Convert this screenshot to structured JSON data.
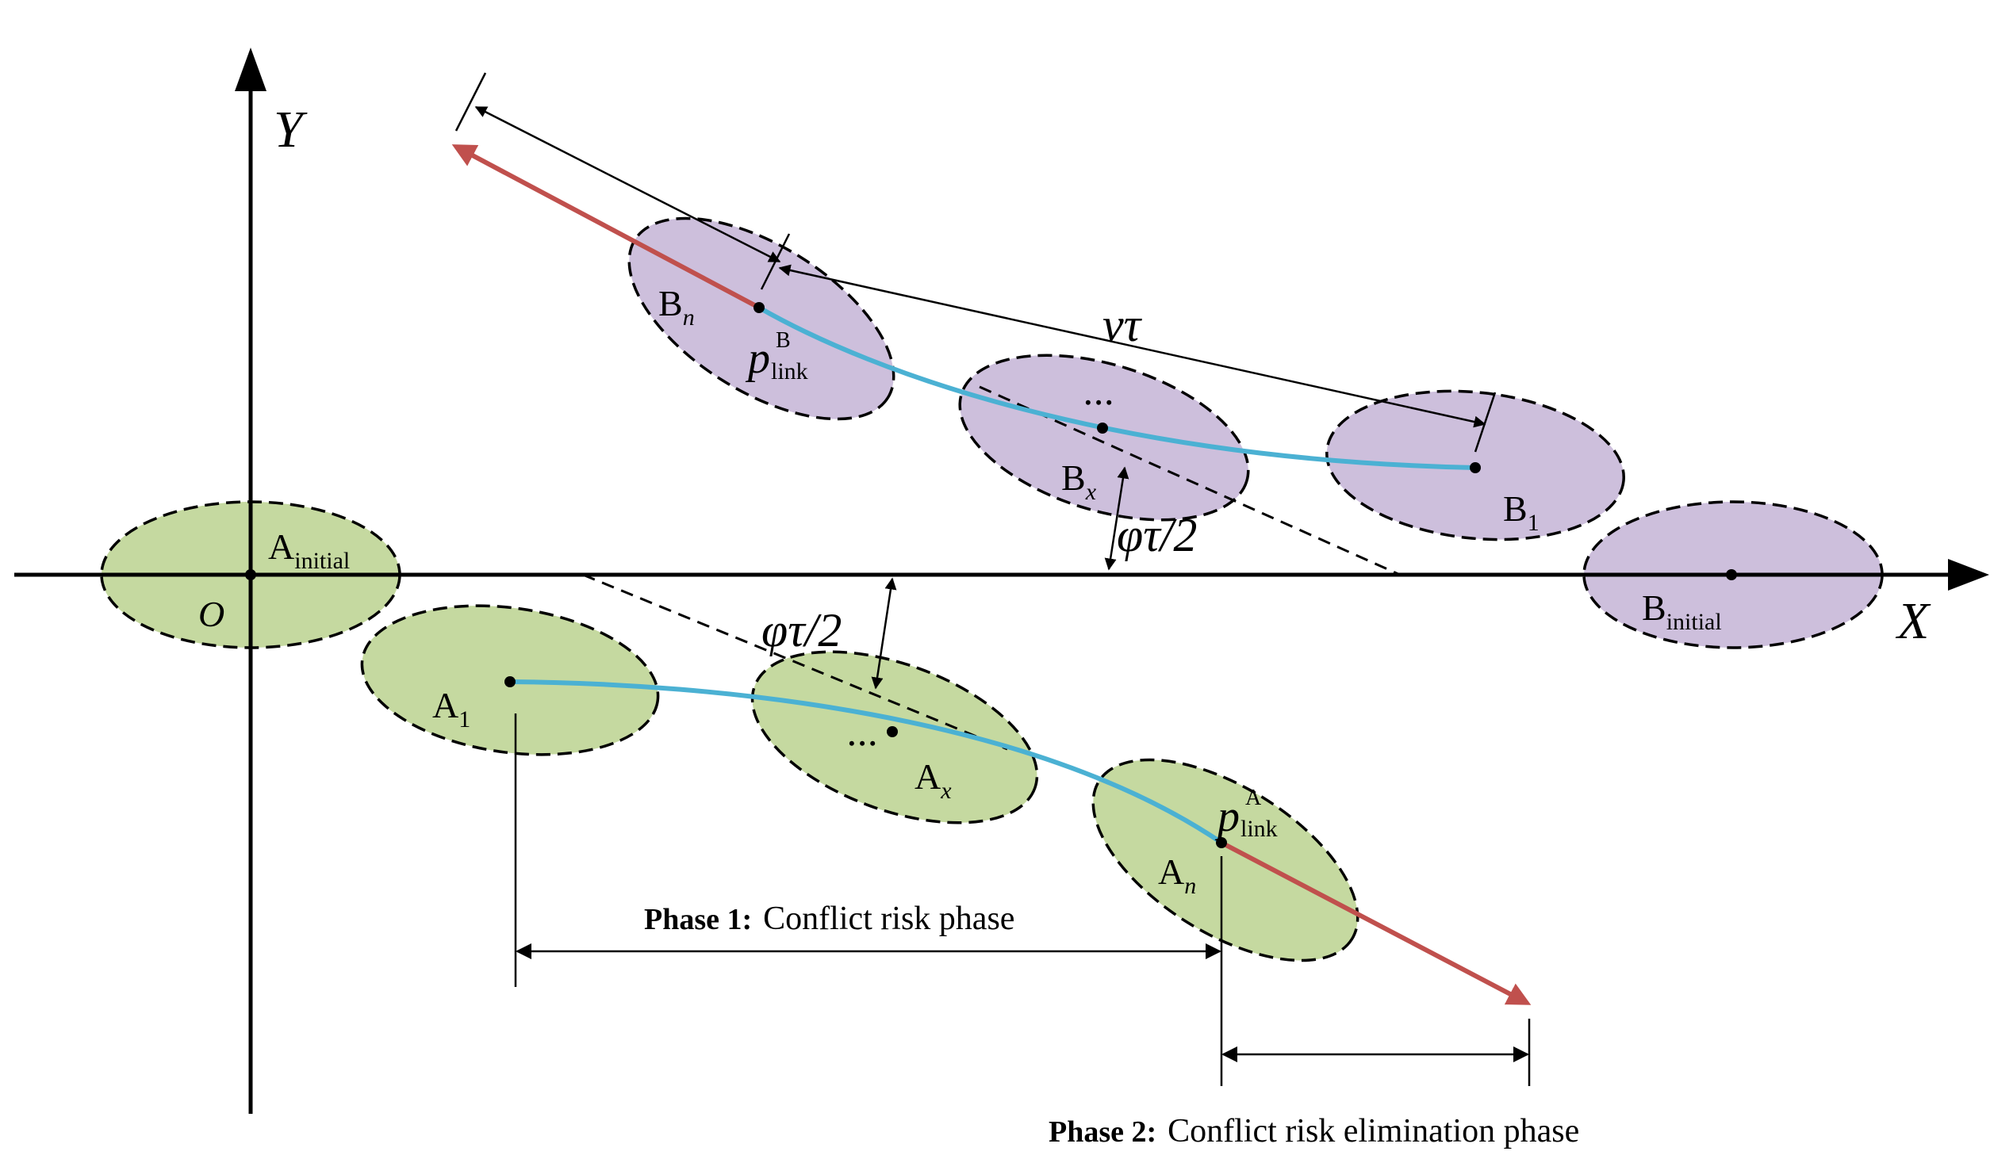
{
  "axes": {
    "x_label": "X",
    "y_label": "Y",
    "origin_label": "O"
  },
  "vehicles": {
    "a_initial": {
      "base": "A",
      "sub": "initial"
    },
    "a_1": {
      "base": "A",
      "sub": "1"
    },
    "a_x": {
      "base": "A",
      "sub": "x"
    },
    "a_n": {
      "base": "A",
      "sub": "n"
    },
    "b_initial": {
      "base": "B",
      "sub": "initial"
    },
    "b_1": {
      "base": "B",
      "sub": "1"
    },
    "b_x": {
      "base": "B",
      "sub": "x"
    },
    "b_n": {
      "base": "B",
      "sub": "n"
    }
  },
  "link_points": {
    "a": {
      "base": "p",
      "sup": "A",
      "sub": "link"
    },
    "b": {
      "base": "p",
      "sup": "B",
      "sub": "link"
    }
  },
  "annotations": {
    "angle_top": "φτ/2",
    "angle_bottom": "φτ/2",
    "distance": "vτ",
    "dots_top": "• • •",
    "dots_bottom": "• • •"
  },
  "phases": {
    "phase1": {
      "bold": "Phase 1:",
      "text": "Conflict risk phase"
    },
    "phase2": {
      "bold": "Phase 2:",
      "text": "Conflict risk elimination phase"
    }
  },
  "colors": {
    "green_fill": "#c5d9a0",
    "purple_fill": "#cdbfdc",
    "trajectory": "#4bb1d3",
    "escape_arrow": "#c0504d",
    "line": "#000000"
  }
}
